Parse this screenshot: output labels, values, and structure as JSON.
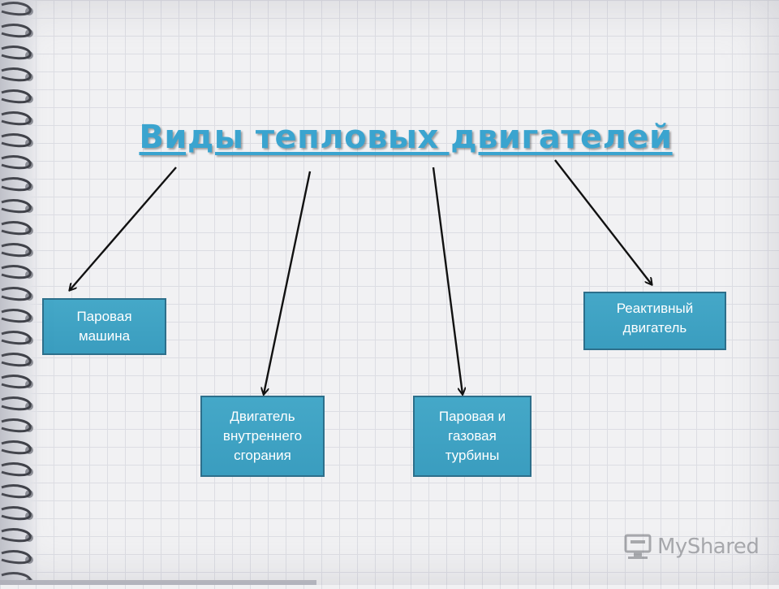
{
  "title": "Виды тепловых двигателей",
  "boxes": [
    {
      "label": "Паровая\nмашина"
    },
    {
      "label": "Двигатель\nвнутреннего\nсгорания"
    },
    {
      "label": "Паровая и\nгазовая\nтурбины"
    },
    {
      "label": "Реактивный\nдвигатель"
    }
  ],
  "watermark": {
    "text": "MyShared",
    "icon": "myshared-logo-icon"
  },
  "colors": {
    "title": "#3aa4cf",
    "box_fill": "#45a8c8",
    "box_border": "#2d6f8b",
    "box_text": "#ffffff",
    "arrow": "#111111"
  }
}
